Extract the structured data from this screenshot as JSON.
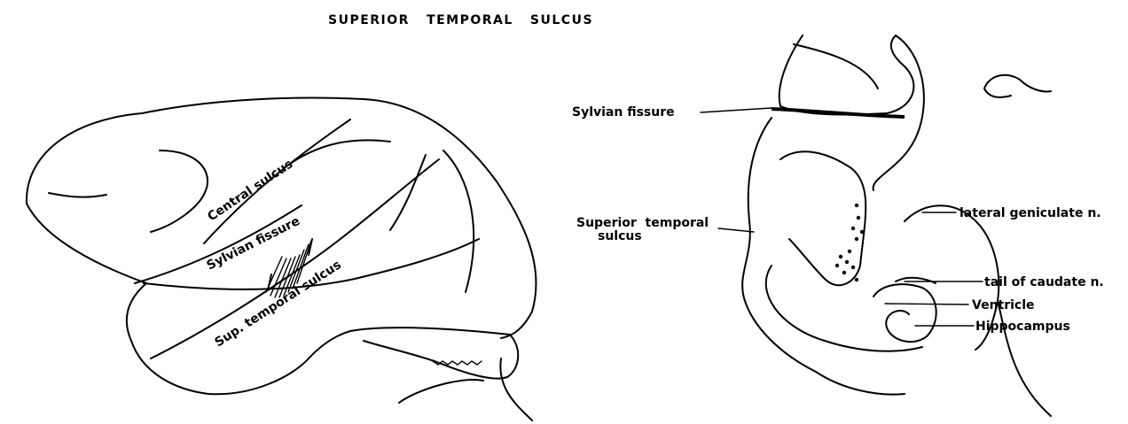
{
  "title": "SUPERIOR   TEMPORAL   SULCUS",
  "lateral_view": {
    "labels": {
      "central_sulcus": "Central sulcus",
      "sylvian_fissure": "Sylvian fissure",
      "sup_temporal_sulcus": "Sup. temporal sulcus"
    }
  },
  "coronal_section": {
    "labels": {
      "sylvian_fissure": "Sylvian fissure",
      "superior_temporal_sulcus_line1": "Superior  temporal",
      "superior_temporal_sulcus_line2": "sulcus",
      "lateral_geniculate": "lateral geniculate n.",
      "tail_of_caudate": "tail of caudate n.",
      "ventricle": "Ventricle",
      "hippocampus": "Hippocampus"
    }
  }
}
